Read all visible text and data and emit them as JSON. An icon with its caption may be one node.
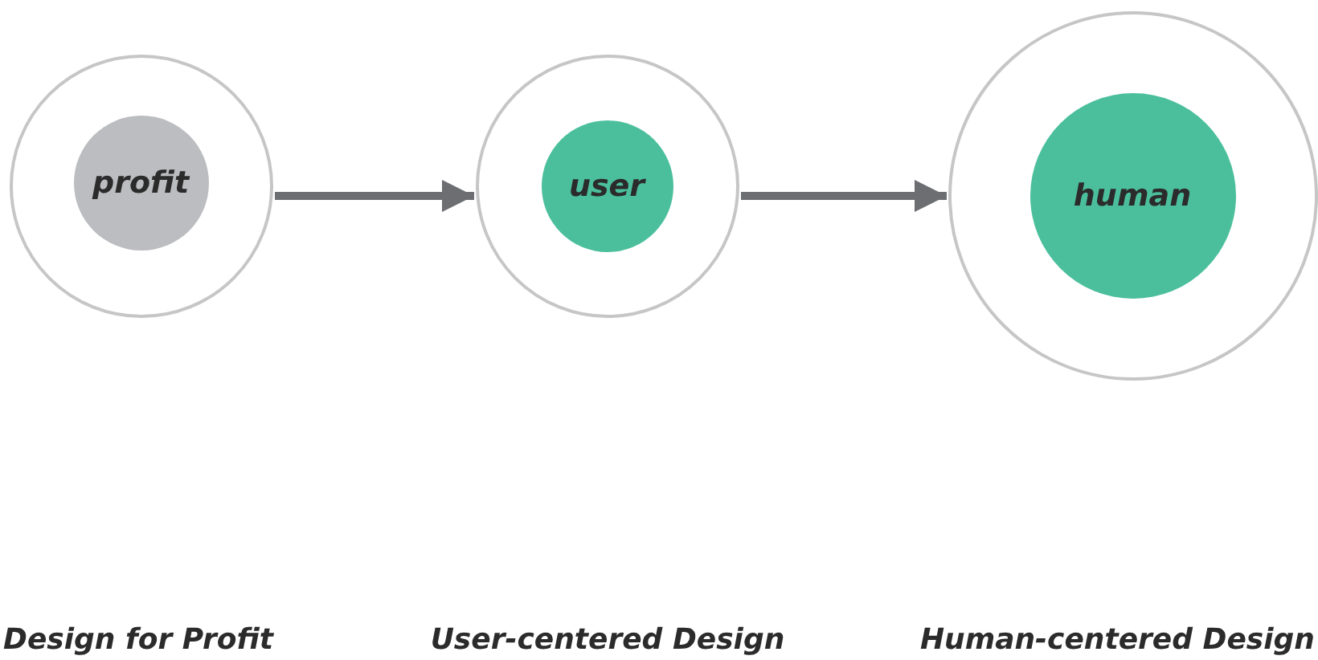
{
  "diagram": {
    "nodes": [
      {
        "text": [],
        "shape": "circle"
      },
      {
        "text": [
          "profit"
        ],
        "in": 0
      },
      {
        "text": [],
        "shape": "circle"
      },
      {
        "text": [
          "user"
        ],
        "in": 2
      },
      {
        "text": [],
        "shape": "circle"
      },
      {
        "text": [
          "human"
        ],
        "in": 4
      }
    ],
    "edges": [
      {
        "from": 0,
        "to": 2,
        "arrow": "to"
      },
      {
        "from": 2,
        "to": 4,
        "arrow": "to"
      }
    ],
    "labels": [
      "Design for Profit",
      "User-centered Design",
      "Human-centered Design"
    ]
  }
}
